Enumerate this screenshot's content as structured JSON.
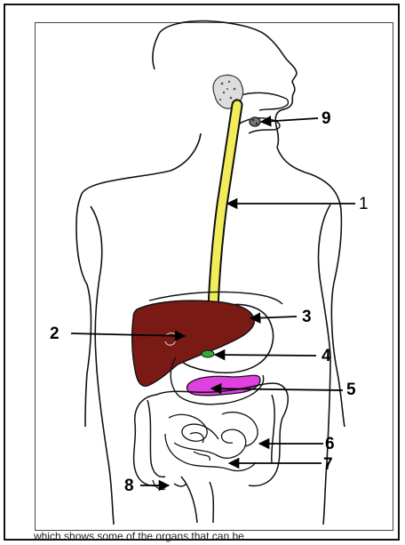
{
  "labels": [
    {
      "id": "1",
      "text": "1"
    },
    {
      "id": "2",
      "text": "2"
    },
    {
      "id": "3",
      "text": "3"
    },
    {
      "id": "4",
      "text": "4"
    },
    {
      "id": "5",
      "text": "5"
    },
    {
      "id": "6",
      "text": "6"
    },
    {
      "id": "7",
      "text": "7"
    },
    {
      "id": "8",
      "text": "8"
    },
    {
      "id": "9",
      "text": "9"
    }
  ],
  "caption": "which shows some of the organs that can be",
  "colors": {
    "esophagus": "#f2ec5a",
    "liver": "#7a1a14",
    "gallbladder": "#3aa83a",
    "pancreas": "#e040e0",
    "outline": "#111111"
  }
}
